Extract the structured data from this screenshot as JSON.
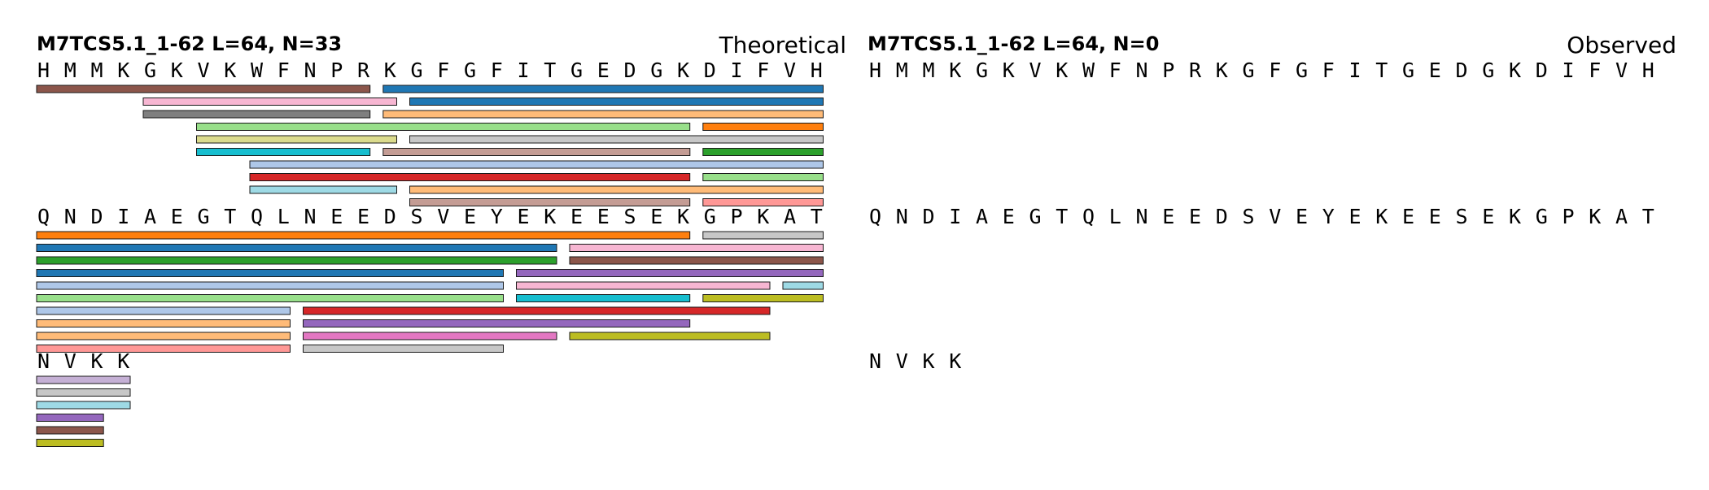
{
  "chart_data": [
    {
      "type": "peptide_coverage",
      "title": "M7TCS5.1_1-62  L=64, N=33",
      "label": "Theoretical",
      "sequence": "HMMKGKVKWFNPRKGFGFITGEDGKDIFVHQNDIAEGTQLNEEDSVEYEKEESEKGPKATNVKK",
      "residues_per_line": 30,
      "peptides": [
        {
          "start": 1,
          "end": 13,
          "color": "#8c564b"
        },
        {
          "start": 14,
          "end": 30,
          "color": "#1f77b4"
        },
        {
          "start": 5,
          "end": 14,
          "color": "#f7b6d2"
        },
        {
          "start": 15,
          "end": 30,
          "color": "#1f77b4"
        },
        {
          "start": 5,
          "end": 13,
          "color": "#7f7f7f"
        },
        {
          "start": 14,
          "end": 30,
          "color": "#ffbb78"
        },
        {
          "start": 7,
          "end": 25,
          "color": "#98df8a"
        },
        {
          "start": 26,
          "end": 30,
          "color": "#ff7f0e"
        },
        {
          "start": 7,
          "end": 14,
          "color": "#dbdb8d"
        },
        {
          "start": 15,
          "end": 30,
          "color": "#c7c7c7"
        },
        {
          "start": 7,
          "end": 13,
          "color": "#17becf"
        },
        {
          "start": 14,
          "end": 25,
          "color": "#c49c94"
        },
        {
          "start": 26,
          "end": 30,
          "color": "#2ca02c"
        },
        {
          "start": 9,
          "end": 30,
          "color": "#aec7e8"
        },
        {
          "start": 9,
          "end": 25,
          "color": "#d62728"
        },
        {
          "start": 26,
          "end": 30,
          "color": "#98df8a"
        },
        {
          "start": 9,
          "end": 14,
          "color": "#9edae5"
        },
        {
          "start": 15,
          "end": 30,
          "color": "#ffbb78"
        },
        {
          "start": 15,
          "end": 25,
          "color": "#c49c94"
        },
        {
          "start": 26,
          "end": 30,
          "color": "#ff9896"
        },
        {
          "start": 31,
          "end": 55,
          "color": "#ff7f0e"
        },
        {
          "start": 56,
          "end": 60,
          "color": "#c7c7c7"
        },
        {
          "start": 31,
          "end": 50,
          "color": "#1f77b4"
        },
        {
          "start": 51,
          "end": 60,
          "color": "#f7b6d2"
        },
        {
          "start": 31,
          "end": 50,
          "color": "#2ca02c"
        },
        {
          "start": 51,
          "end": 60,
          "color": "#8c564b"
        },
        {
          "start": 31,
          "end": 48,
          "color": "#1f77b4"
        },
        {
          "start": 49,
          "end": 60,
          "color": "#9467bd"
        },
        {
          "start": 31,
          "end": 48,
          "color": "#aec7e8"
        },
        {
          "start": 49,
          "end": 58,
          "color": "#f7b6d2"
        },
        {
          "start": 59,
          "end": 60,
          "color": "#9edae5"
        },
        {
          "start": 31,
          "end": 48,
          "color": "#98df8a"
        },
        {
          "start": 49,
          "end": 55,
          "color": "#17becf"
        },
        {
          "start": 56,
          "end": 60,
          "color": "#bcbd22"
        },
        {
          "start": 31,
          "end": 40,
          "color": "#aec7e8"
        },
        {
          "start": 41,
          "end": 58,
          "color": "#d62728"
        },
        {
          "start": 31,
          "end": 40,
          "color": "#ffbb78"
        },
        {
          "start": 41,
          "end": 55,
          "color": "#9467bd"
        },
        {
          "start": 31,
          "end": 40,
          "color": "#ffbb78"
        },
        {
          "start": 41,
          "end": 50,
          "color": "#e377c2"
        },
        {
          "start": 51,
          "end": 58,
          "color": "#bcbd22"
        },
        {
          "start": 31,
          "end": 40,
          "color": "#ff9896"
        },
        {
          "start": 41,
          "end": 48,
          "color": "#c7c7c7"
        },
        {
          "start": 61,
          "end": 64,
          "color": "#c5b0d5"
        },
        {
          "start": 61,
          "end": 64,
          "color": "#c7c7c7"
        },
        {
          "start": 61,
          "end": 64,
          "color": "#9edae5"
        },
        {
          "start": 61,
          "end": 63,
          "color": "#9467bd"
        },
        {
          "start": 61,
          "end": 63,
          "color": "#8c564b"
        },
        {
          "start": 61,
          "end": 63,
          "color": "#bcbd22"
        }
      ]
    },
    {
      "type": "peptide_coverage",
      "title": "M7TCS5.1_1-62  L=64, N=0",
      "label": "Observed",
      "sequence": "HMMKGKVKWFNPRKGFGFITGEDGKDIFVHQNDIAEGTQLNEEDSVEYEKEESEKGPKATNVKK",
      "residues_per_line": 30,
      "peptides": []
    }
  ]
}
